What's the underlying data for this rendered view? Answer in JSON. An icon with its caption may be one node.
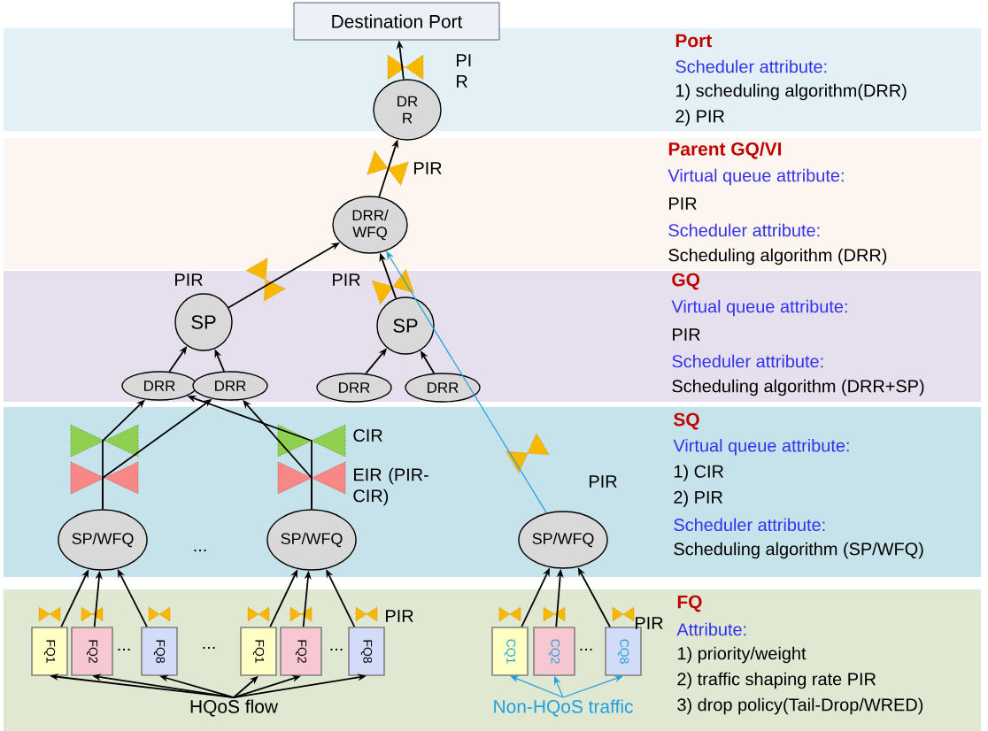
{
  "diagram": {
    "nodes": [
      {
        "text": [
          "Destination Port"
        ]
      },
      {
        "text": [
          "Port",
          "Scheduler attribute:",
          "1) scheduling algorithm(DRR)",
          "2) PIR"
        ]
      },
      {
        "text": [
          "DR R"
        ],
        "in": 1
      },
      {
        "text": [
          "Parent GQ/VI",
          "Virtual queue attribute:",
          "PIR",
          "Scheduler attribute:",
          "Scheduling algorithm (DRR)"
        ]
      },
      {
        "text": [
          "DRR/ WFQ"
        ],
        "in": 3
      },
      {
        "text": [
          "GQ",
          "Virtual queue attribute:",
          "PIR",
          "Scheduler attribute:",
          "Scheduling algorithm (DRR+SP)"
        ]
      },
      {
        "text": [
          "SP"
        ],
        "in": 5
      },
      {
        "text": [
          "SP"
        ],
        "in": 5
      },
      {
        "text": [
          "DRR"
        ],
        "in": 5
      },
      {
        "text": [
          "DRR"
        ],
        "in": 5
      },
      {
        "text": [
          "DRR"
        ],
        "in": 5
      },
      {
        "text": [
          "DRR"
        ],
        "in": 5
      },
      {
        "text": [
          "SQ",
          "Virtual queue attribute:",
          "1) CIR",
          "2) PIR",
          "Scheduler attribute:",
          "Scheduling algorithm (SP/WFQ)"
        ]
      },
      {
        "text": [
          "SP/WFQ"
        ],
        "in": 12
      },
      {
        "text": [
          "SP/WFQ"
        ],
        "in": 12
      },
      {
        "text": [
          "SP/WFQ"
        ],
        "in": 12
      },
      {
        "text": [
          "FQ",
          "Attribute:",
          "1) priority/weight",
          "2) traffic shaping rate PIR",
          "3) drop policy(Tail-Drop/WRED)"
        ]
      },
      {
        "text": [
          "FQ1"
        ],
        "in": 16
      },
      {
        "text": [
          "FQ2"
        ],
        "in": 16
      },
      {
        "text": [
          "FQ8"
        ],
        "in": 16
      },
      {
        "text": [
          "FQ1"
        ],
        "in": 16
      },
      {
        "text": [
          "FQ2"
        ],
        "in": 16
      },
      {
        "text": [
          "FQ8"
        ],
        "in": 16
      },
      {
        "text": [
          "CQ1"
        ],
        "in": 16
      },
      {
        "text": [
          "CQ2"
        ],
        "in": 16
      },
      {
        "text": [
          "CQ8"
        ],
        "in": 16
      },
      {
        "text": [
          "HQoS flow"
        ],
        "in": 16
      },
      {
        "text": [
          "Non-HQoS traffic"
        ],
        "in": 16
      }
    ],
    "edges": [
      {
        "from": 2,
        "to": 0,
        "arrow": "to"
      },
      {
        "from": 4,
        "to": 2,
        "arrow": "to"
      },
      {
        "from": 6,
        "to": 4,
        "arrow": "to"
      },
      {
        "from": 7,
        "to": 4,
        "arrow": "to"
      },
      {
        "from": 8,
        "to": 6,
        "arrow": "to"
      },
      {
        "from": 9,
        "to": 6,
        "arrow": "to"
      },
      {
        "from": 10,
        "to": 7,
        "arrow": "to"
      },
      {
        "from": 11,
        "to": 7,
        "arrow": "to"
      },
      {
        "from": 13,
        "to": 8,
        "arrow": "to"
      },
      {
        "from": 13,
        "to": 9,
        "arrow": "to"
      },
      {
        "from": 14,
        "to": 8,
        "arrow": "to"
      },
      {
        "from": 14,
        "to": 9,
        "arrow": "to"
      },
      {
        "from": 15,
        "to": 4,
        "arrow": "to",
        "color": "#1fa0e0"
      },
      {
        "from": 17,
        "to": 13,
        "arrow": "to"
      },
      {
        "from": 18,
        "to": 13,
        "arrow": "to"
      },
      {
        "from": 19,
        "to": 13,
        "arrow": "to"
      },
      {
        "from": 20,
        "to": 14,
        "arrow": "to"
      },
      {
        "from": 21,
        "to": 14,
        "arrow": "to"
      },
      {
        "from": 22,
        "to": 14,
        "arrow": "to"
      },
      {
        "from": 23,
        "to": 15,
        "arrow": "to"
      },
      {
        "from": 24,
        "to": 15,
        "arrow": "to"
      },
      {
        "from": 25,
        "to": 15,
        "arrow": "to"
      },
      {
        "from": 26,
        "to": 17,
        "arrow": "to"
      },
      {
        "from": 26,
        "to": 18,
        "arrow": "to"
      },
      {
        "from": 26,
        "to": 19,
        "arrow": "to"
      },
      {
        "from": 26,
        "to": 20,
        "arrow": "to"
      },
      {
        "from": 26,
        "to": 21,
        "arrow": "to"
      },
      {
        "from": 26,
        "to": 22,
        "arrow": "to"
      },
      {
        "from": 27,
        "to": 23,
        "arrow": "to",
        "color": "#1fa0e0"
      },
      {
        "from": 27,
        "to": 24,
        "arrow": "to",
        "color": "#1fa0e0"
      },
      {
        "from": 27,
        "to": 25,
        "arrow": "to",
        "color": "#1fa0e0"
      }
    ],
    "labels": [
      "PI R",
      "PIR",
      "PIR",
      "PIR",
      "CIR",
      "EIR (PIR-CIR)",
      "PIR",
      "...",
      "PIR",
      "PIR",
      "...",
      "...",
      "...",
      "..."
    ]
  }
}
